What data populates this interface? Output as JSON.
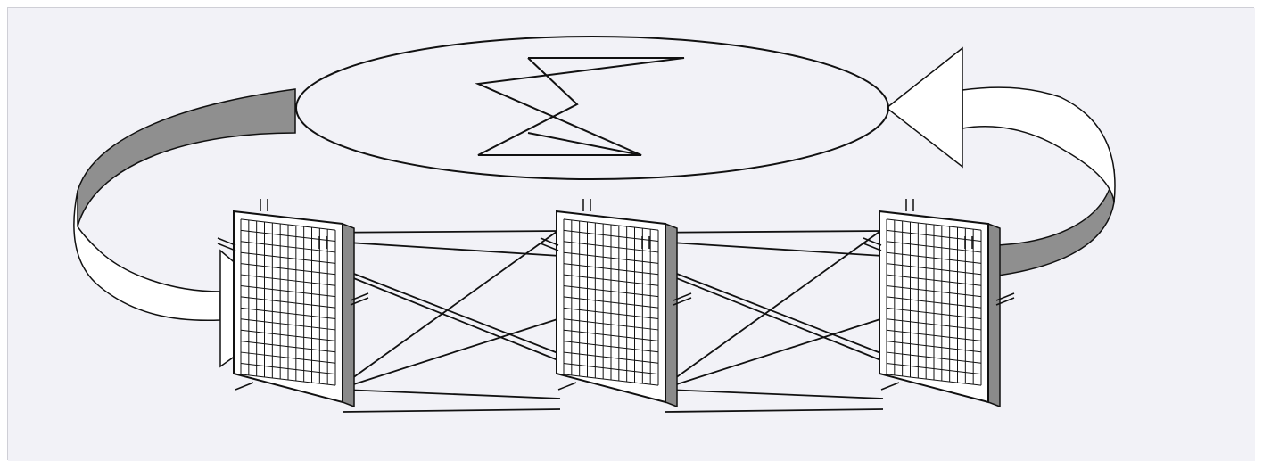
{
  "diagram": {
    "kind": "cyclic network of grid panels",
    "panel_count": 3,
    "grid_rows": 14,
    "grid_cols": 12,
    "arrows": [
      {
        "from": "ellipse",
        "to": "panel-1",
        "style": "white-band-with-head"
      },
      {
        "from": "panel-3",
        "to": "ellipse",
        "style": "white-band-with-head"
      }
    ],
    "ellipse_contents": "bowtie-line-figure"
  },
  "colors": {
    "background": "#f2f2f7",
    "frame_border": "#cfcfd6",
    "line": "#111111",
    "panel_face": "#ffffff",
    "panel_side": "#8a8a8a",
    "band_dark": "#8f8f8f",
    "band_light": "#ffffff"
  }
}
